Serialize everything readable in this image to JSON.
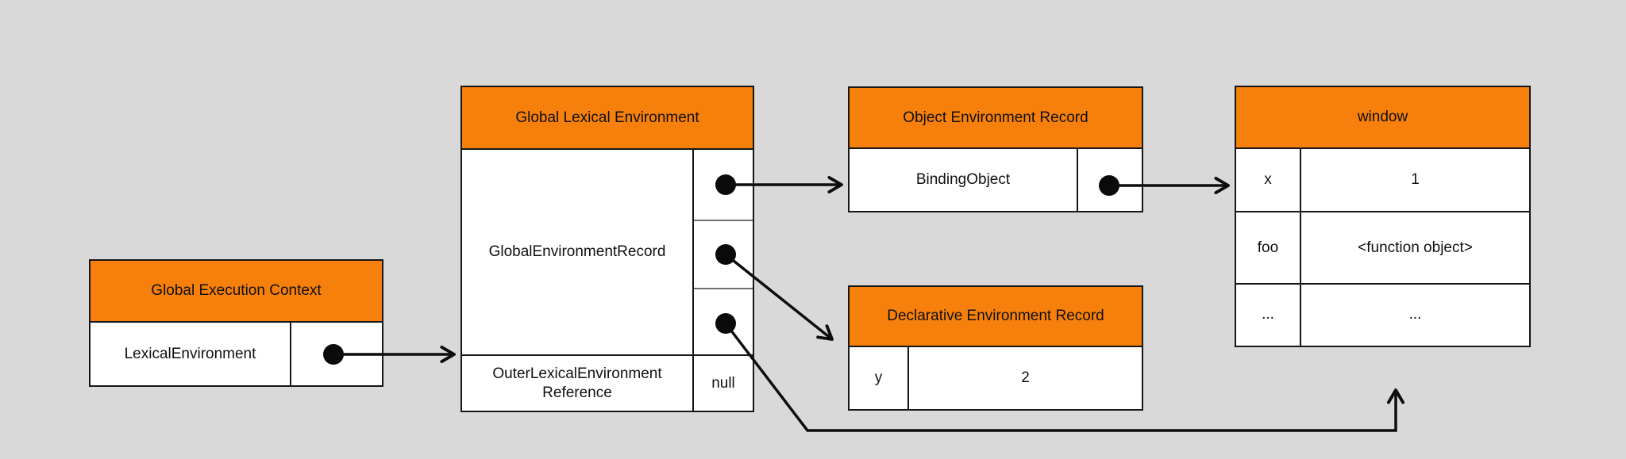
{
  "diagram": {
    "title": "JavaScript Global Execution Context and Lexical Environment diagram",
    "colors": {
      "background": "#d9d9d9",
      "header_orange": "#f7800c",
      "border": "#161616",
      "line": "#0d0d0d",
      "cell_background": "#ffffff"
    }
  },
  "boxes": {
    "global_execution_context": {
      "title": "Global Execution Context",
      "row_label": "LexicalEnvironment"
    },
    "global_lexical_environment": {
      "title": "Global Lexical Environment",
      "record_label": "GlobalEnvironmentRecord",
      "outer_ref_label": "OuterLexicalEnvironment Reference",
      "outer_ref_value": "null"
    },
    "object_environment_record": {
      "title": "Object Environment Record",
      "row_label": "BindingObject"
    },
    "declarative_environment_record": {
      "title": "Declarative Environment Record",
      "key": "y",
      "value": "2"
    },
    "window_object": {
      "title": "window",
      "rows": [
        {
          "key": "x",
          "value": "1"
        },
        {
          "key": "foo",
          "value": "<function object>"
        },
        {
          "key": "...",
          "value": "..."
        }
      ]
    }
  },
  "connections": [
    {
      "from": "GlobalExecutionContext.LexicalEnvironment",
      "to": "GlobalLexicalEnvironment"
    },
    {
      "from": "GlobalLexicalEnvironment.GlobalEnvironmentRecord.pointer1",
      "to": "ObjectEnvironmentRecord"
    },
    {
      "from": "GlobalLexicalEnvironment.GlobalEnvironmentRecord.pointer2",
      "to": "DeclarativeEnvironmentRecord"
    },
    {
      "from": "GlobalLexicalEnvironment.GlobalEnvironmentRecord.pointer3",
      "to": "window"
    },
    {
      "from": "ObjectEnvironmentRecord.BindingObject",
      "to": "window"
    }
  ]
}
